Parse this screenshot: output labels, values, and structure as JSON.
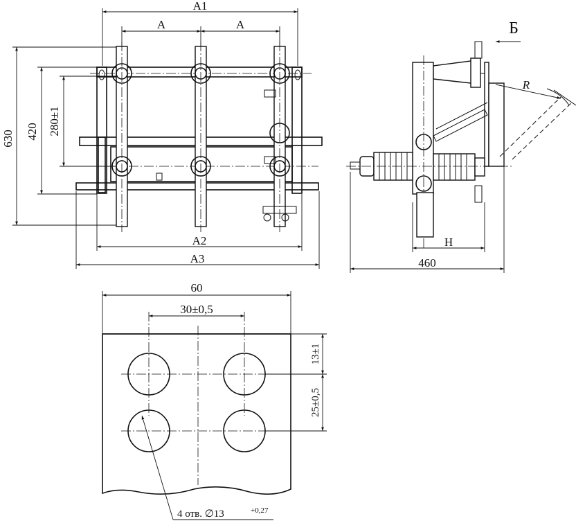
{
  "front_view": {
    "dim_top_overall": "A1",
    "dim_pole_spacing_left": "A",
    "dim_pole_spacing_right": "A",
    "dim_bottom_inner": "A2",
    "dim_bottom_overall": "A3",
    "dim_height_overall": "630",
    "dim_height_mid": "420",
    "dim_height_inner": "280±1"
  },
  "side_view": {
    "view_arrow_label": "Б",
    "radius_label": "R",
    "dim_h": "H",
    "dim_depth": "460"
  },
  "terminal_detail": {
    "dim_width": "60",
    "dim_hole_spacing_x": "30±0,5",
    "dim_edge_offset": "13±1",
    "dim_hole_spacing_y": "25±0,5",
    "holes_note": "4 отв. ∅13",
    "holes_tolerance": "+0,27"
  }
}
